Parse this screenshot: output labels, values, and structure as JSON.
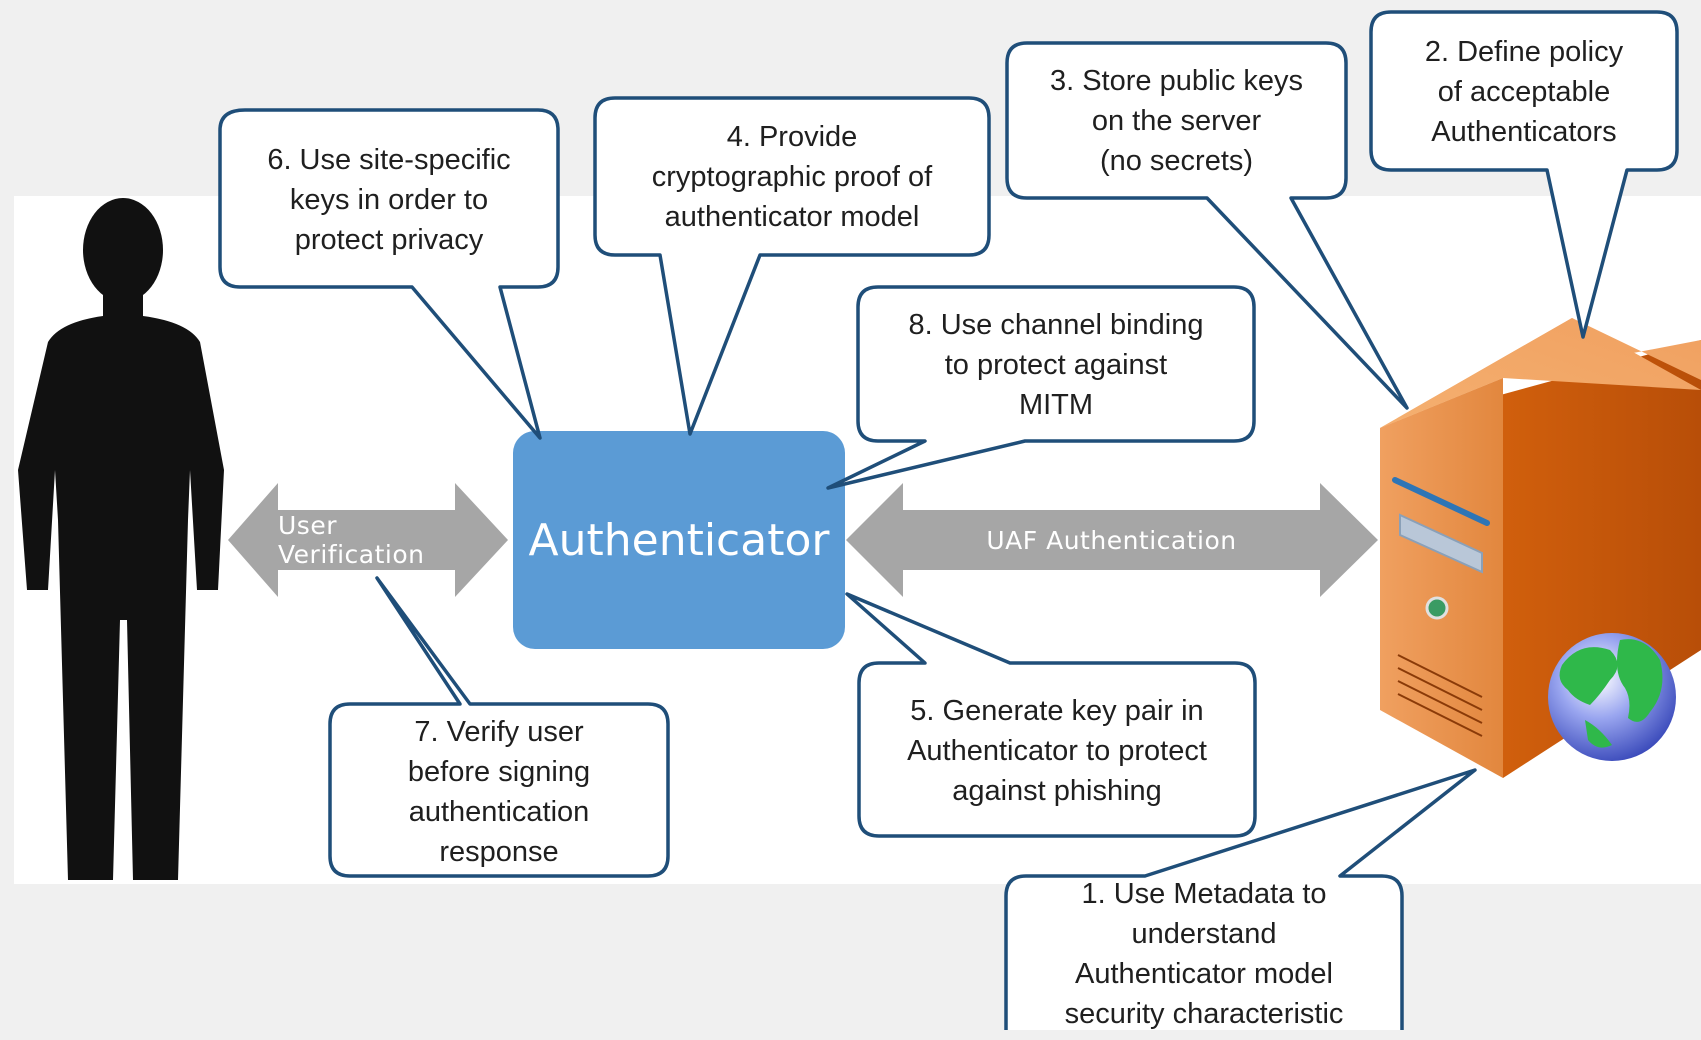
{
  "diagram": {
    "center_label": "Authenticator",
    "arrows": {
      "left_label": "User Verification",
      "right_label": "UAF Authentication"
    },
    "callouts": {
      "c1": "1. Use Metadata to\nunderstand\nAuthenticator model\nsecurity characteristic",
      "c2": "2. Define policy\nof acceptable\nAuthenticators",
      "c3": "3. Store public keys\non the server\n(no secrets)",
      "c4": "4. Provide\ncryptographic proof of\nauthenticator model",
      "c5": "5. Generate key pair in\nAuthenticator to protect\nagainst phishing",
      "c6": "6. Use site-specific\nkeys in order to\nprotect privacy",
      "c7": "7. Verify user\nbefore signing\nauthentication\nresponse",
      "c8": "8. Use channel binding\nto protect against\nMITM"
    }
  },
  "colors": {
    "authenticator_fill": "#5b9bd5",
    "callout_stroke": "#1f4e79",
    "arrow_fill": "#a6a6a6",
    "server_orange": "#e67e22"
  },
  "icons": {
    "user": "person-silhouette-icon",
    "server": "server-tower-icon",
    "globe": "globe-icon"
  }
}
